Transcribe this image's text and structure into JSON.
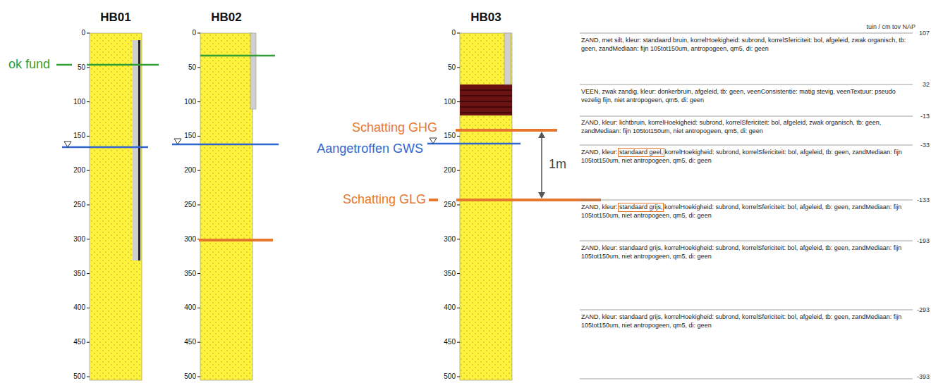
{
  "diagram": {
    "nodes": [
      {
        "text": [
          "HB01"
        ]
      },
      {
        "text": [
          "HB02"
        ]
      },
      {
        "text": [
          "HB03"
        ]
      }
    ],
    "labels": [
      "0",
      "50",
      "100",
      "150",
      "200",
      "250",
      "300",
      "350",
      "400",
      "450",
      "500",
      "0",
      "50",
      "100",
      "150",
      "200",
      "250",
      "300",
      "350",
      "400",
      "450",
      "500",
      "0",
      "50",
      "100",
      "150",
      "200",
      "250",
      "300",
      "350",
      "400",
      "450",
      "500",
      "ok fund",
      "Schatting GHG",
      "Aangetroffen GWS",
      "1m",
      "Schatting GLG",
      "tuin / cm tov NAP",
      "107",
      "32",
      "-13",
      "-33",
      "-133",
      "-193",
      "-293",
      "-393",
      "ZAND, met silt, kleur: standaard bruin, korrelHoekigheid: subrond, korrelSfericiteit: bol, afgeleid, zwak organisch, tb: geen, zandMediaan: fijn 105tot150um, antropogeen, qm5, di: geen",
      "VEEN, zwak zandig, kleur: donkerbruin, afgeleid, tb: geen, veenConsistentie: matig stevig, veenTextuur: pseudo vezelig fijn, niet antropogeen, qm5, di: geen",
      "ZAND, kleur: lichtbruin, korrelHoekigheid: subrond, korrelSfericiteit: bol, afgeleid, zwak organisch, tb: geen, zandMediaan: fijn 105tot150um, niet antropogeen, qm5, di: geen",
      "ZAND, kleur: standaard geel, korrelHoekigheid: subrond, korrelSfericiteit: bol, afgeleid, tb: geen, zandMediaan: fijn 105tot150um, niet antropogeen, qm5, di: geen",
      "ZAND, kleur: standaard grijs, korrelHoekigheid: subrond, korrelSfericiteit: bol, afgeleid, tb: geen, zandMediaan: fijn 105tot150um, niet antropogeen, qm5, di: geen",
      "ZAND, kleur: standaard grijs, korrelHoekigheid: subrond, korrelSfericiteit: bol, afgeleid, tb: geen, zandMediaan: fijn 105tot150um, niet antropogeen, qm5, di: geen",
      "ZAND, kleur: standaard grijs, korrelHoekigheid: subrond, korrelSfericiteit: bol, afgeleid, tb: geen, zandMediaan: fijn 105tot150um, niet antropogeen, qm5, di: geen"
    ]
  }
}
